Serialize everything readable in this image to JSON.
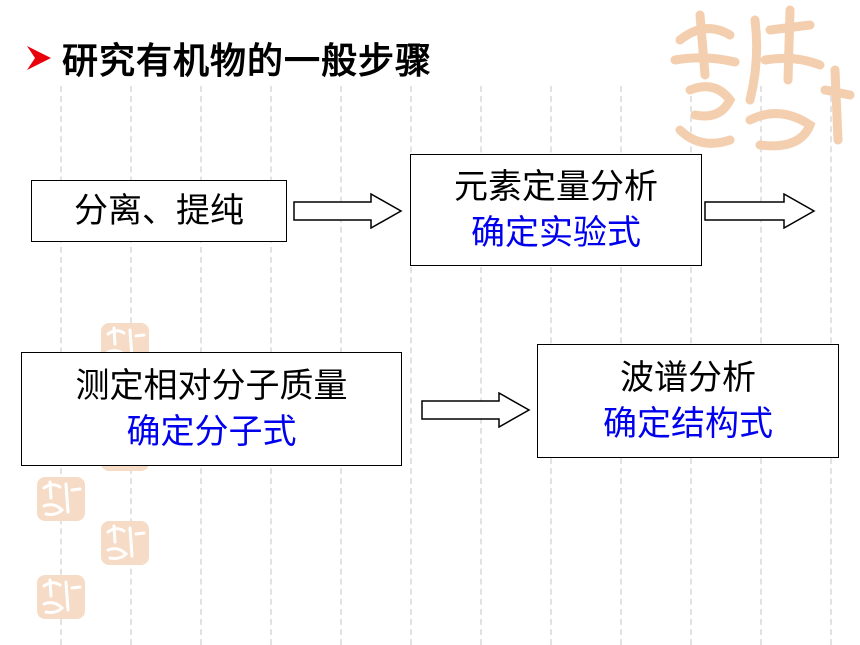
{
  "title": "研究有机物的一般步骤",
  "steps": [
    {
      "line1": "分离、提纯",
      "line2": ""
    },
    {
      "line1": "元素定量分析",
      "line2": "确定实验式"
    },
    {
      "line1": "测定相对分子质量",
      "line2": "确定分子式"
    },
    {
      "line1": "波谱分析",
      "line2": "确定结构式"
    }
  ],
  "colors": {
    "bullet": "#e8000b",
    "result_text": "#0000ee",
    "seal": "#f2c9a8"
  },
  "icons": {
    "bullet": "arrow-bullet-icon",
    "seal": "auspicious-seal-icon"
  }
}
